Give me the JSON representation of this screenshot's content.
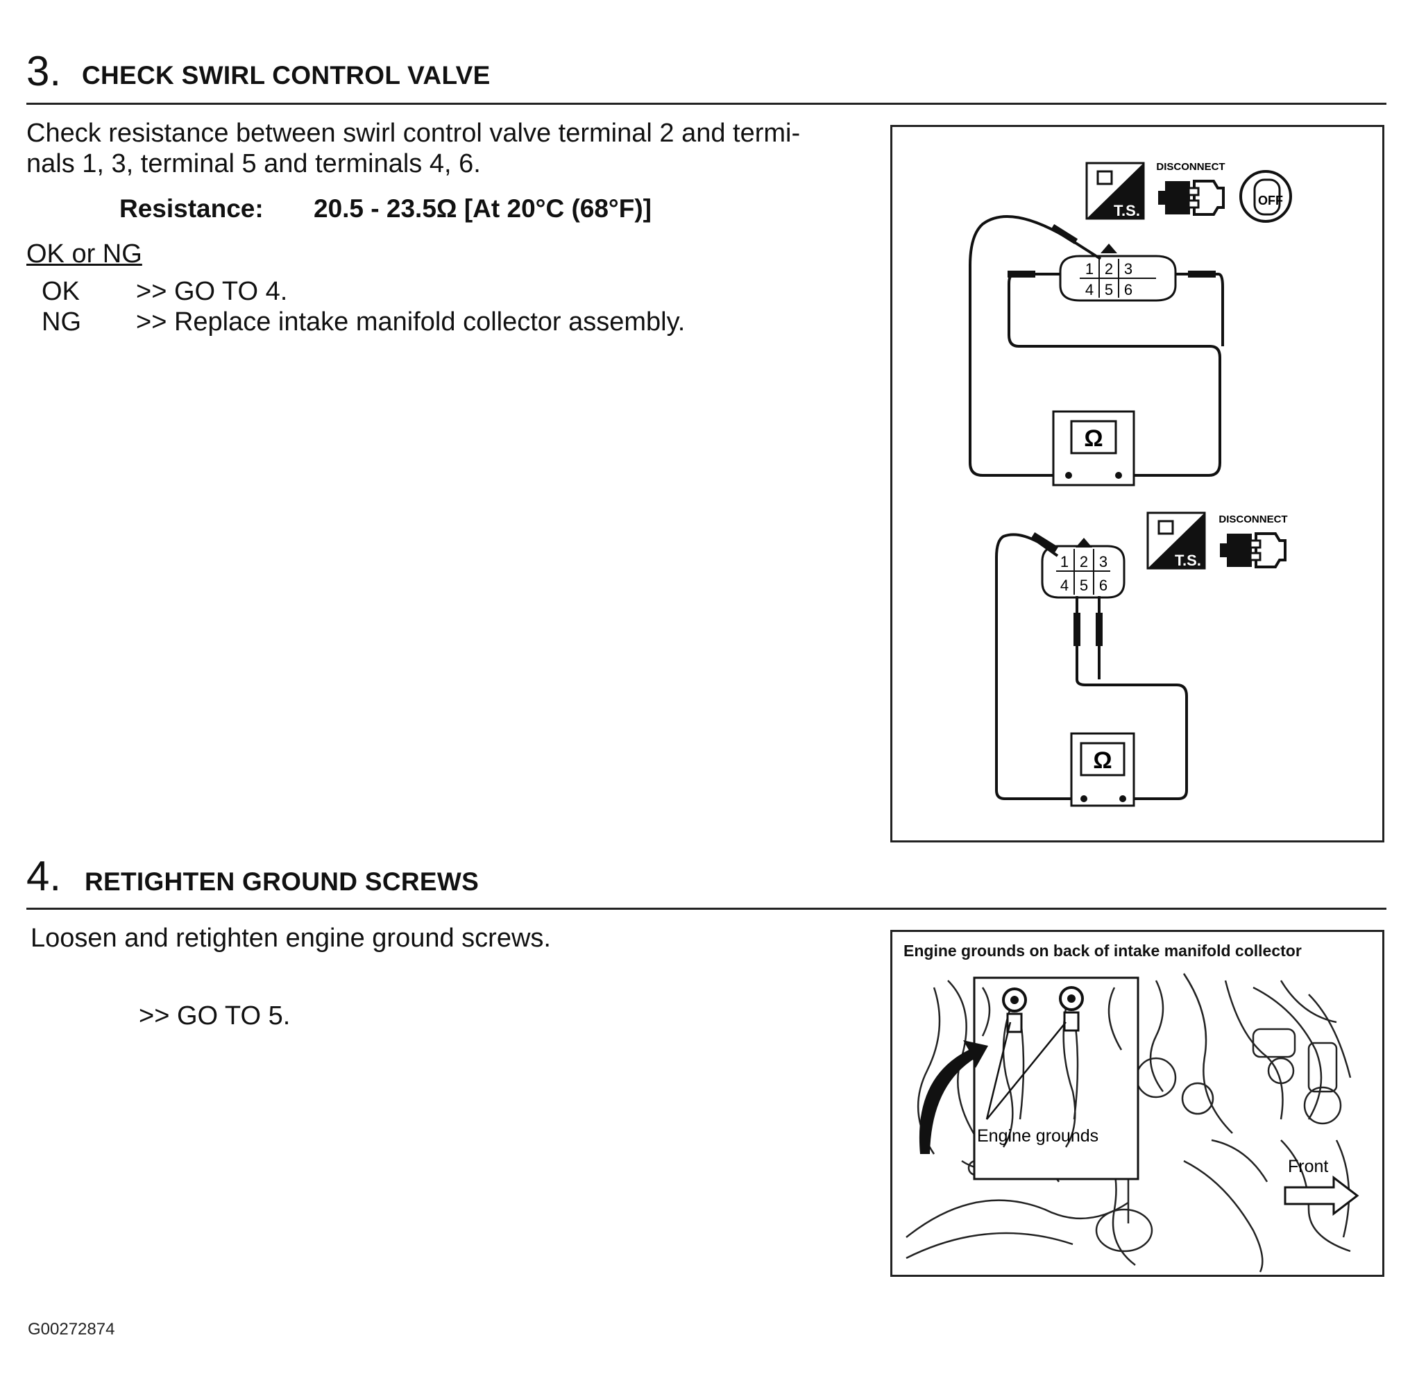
{
  "step3": {
    "number": "3.",
    "title": "CHECK SWIRL CONTROL VALVE",
    "instruction_line1": "Check resistance between swirl control valve terminal 2 and termi-",
    "instruction_line2": "nals 1, 3, terminal 5 and terminals 4, 6.",
    "spec_label": "Resistance:",
    "spec_value": "20.5 - 23.5Ω [At 20°C (68°F)]",
    "result_heading": "OK or NG",
    "results": [
      {
        "code": "OK",
        "action": ">> GO TO 4."
      },
      {
        "code": "NG",
        "action": ">> Replace intake manifold collector assembly."
      }
    ],
    "figure": {
      "disconnect_label": "DISCONNECT",
      "ts_label": "T.S.",
      "off_label": "OFF",
      "ohm_symbol": "Ω",
      "terminals_top": [
        "1",
        "2",
        "3"
      ],
      "terminals_bottom": [
        "4",
        "5",
        "6"
      ]
    }
  },
  "step4": {
    "number": "4.",
    "title": "RETIGHTEN GROUND SCREWS",
    "instruction": "Loosen and retighten engine ground screws.",
    "goto": ">> GO TO 5.",
    "figure": {
      "caption": "Engine grounds on back of intake manifold collector",
      "grounds_label": "Engine grounds",
      "front_label": "Front"
    }
  },
  "doc_id": "G00272874"
}
